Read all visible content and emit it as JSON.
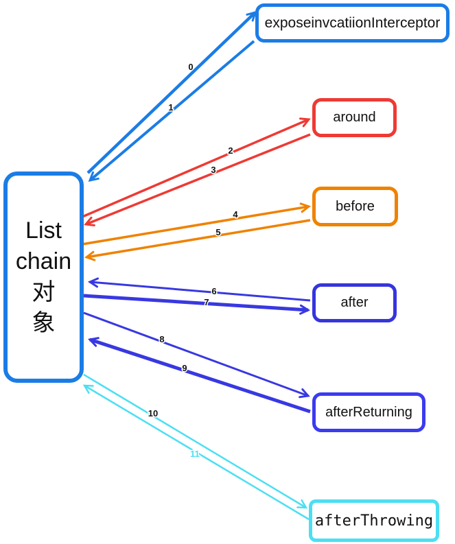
{
  "diagram": {
    "title": "AOP interceptor chain diagram",
    "colors": {
      "blue": "#1b7ce6",
      "red": "#ee3a34",
      "orange": "#ef8200",
      "indigo": "#3838e2",
      "cyan": "#4cdff2",
      "text": "#111111",
      "background": "#ffffff"
    },
    "nodes": {
      "chain": {
        "label": "List chain对象",
        "lines": [
          "List",
          "chain对",
          "象"
        ],
        "border_color": "#1b7ce6"
      },
      "interceptor": {
        "label": "exposeinvcatiionInterceptor",
        "border_color": "#1b7ce6"
      },
      "around": {
        "label": "around",
        "border_color": "#ee3a34"
      },
      "before": {
        "label": "before",
        "border_color": "#ef8200"
      },
      "after": {
        "label": "after",
        "border_color": "#3535dd"
      },
      "afterReturning": {
        "label": "afterReturning",
        "border_color": "#3b3bf0"
      },
      "afterThrowing": {
        "label": "afterThrowing",
        "border_color": "#4cdff2"
      }
    },
    "edges": [
      {
        "label": "0",
        "from": "List chain对象",
        "to": "exposeinvcatiionInterceptor",
        "color": "#1b7ce6"
      },
      {
        "label": "1",
        "from": "exposeinvcatiionInterceptor",
        "to": "List chain对象",
        "color": "#1b7ce6"
      },
      {
        "label": "2",
        "from": "List chain对象",
        "to": "around",
        "color": "#ee3a34"
      },
      {
        "label": "3",
        "from": "around",
        "to": "List chain对象",
        "color": "#ee3a34"
      },
      {
        "label": "4",
        "from": "List chain对象",
        "to": "before",
        "color": "#ef8200"
      },
      {
        "label": "5",
        "from": "before",
        "to": "List chain对象",
        "color": "#ef8200"
      },
      {
        "label": "6",
        "from": "after",
        "to": "List chain对象",
        "color": "#3838e2"
      },
      {
        "label": "7",
        "from": "List chain对象",
        "to": "after",
        "color": "#3838e2"
      },
      {
        "label": "8",
        "from": "List chain对象",
        "to": "afterReturning",
        "color": "#3838e2"
      },
      {
        "label": "9",
        "from": "afterReturning",
        "to": "List chain对象",
        "color": "#3838e2"
      },
      {
        "label": "10",
        "from": "List chain对象",
        "to": "afterThrowing",
        "color": "#4cdff2"
      },
      {
        "label": "11",
        "from": "afterThrowing",
        "to": "List chain对象",
        "color": "#4cdff2"
      }
    ]
  }
}
